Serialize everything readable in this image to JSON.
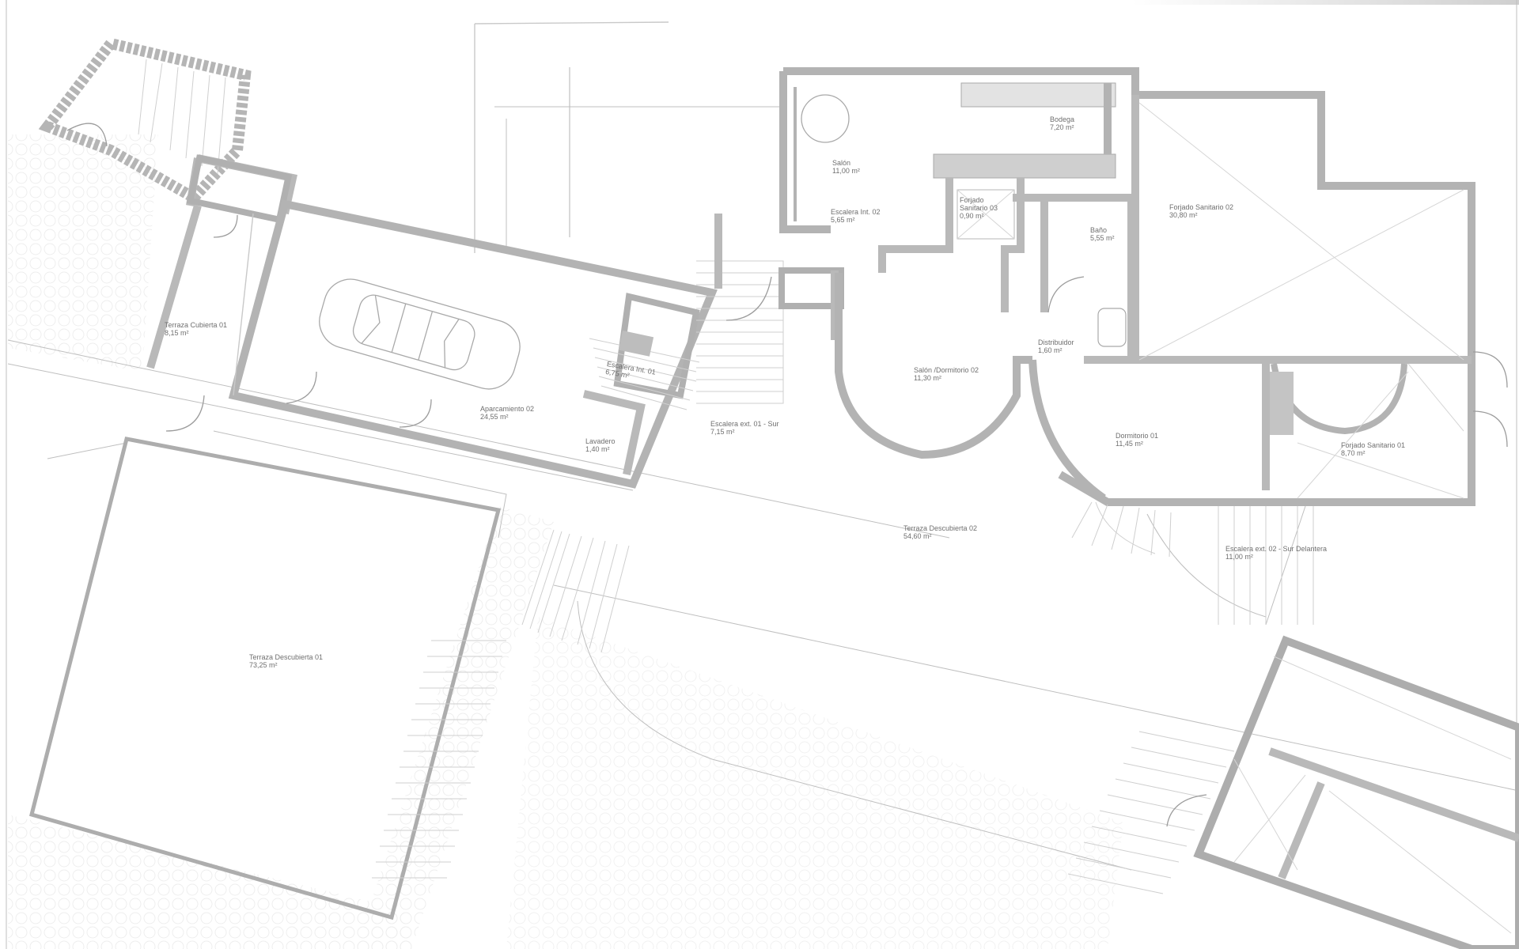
{
  "rooms": [
    {
      "id": "bodega",
      "name": "Bodega",
      "area": "7,20 m²"
    },
    {
      "id": "salon",
      "name": "Salón",
      "area": "11,00 m²"
    },
    {
      "id": "escalera-int-02",
      "name": "Escalera Int. 02",
      "area": "5,65 m²"
    },
    {
      "id": "forjado-sanitario-03",
      "name": "Forjado\nSanitario 03",
      "area": "0,90 m²"
    },
    {
      "id": "bano",
      "name": "Baño",
      "area": "5,55 m²"
    },
    {
      "id": "forjado-sanitario-02",
      "name": "Forjado Sanitario 02",
      "area": "30,80 m²"
    },
    {
      "id": "terraza-cubierta-01",
      "name": "Terraza Cubierta 01",
      "area": "8,15 m²"
    },
    {
      "id": "aparcamiento-02",
      "name": "Aparcamiento 02",
      "area": "24,55 m²"
    },
    {
      "id": "escalera-int-01",
      "name": "Escalera Int. 01",
      "area": "6,75 m²"
    },
    {
      "id": "lavadero",
      "name": "Lavadero",
      "area": "1,40 m²"
    },
    {
      "id": "escalera-ext-01",
      "name": "Escalera ext. 01 - Sur",
      "area": "7,15 m²"
    },
    {
      "id": "salon-dormitorio-02",
      "name": "Salón /Dormitorio 02",
      "area": "11,30 m²"
    },
    {
      "id": "distribuidor",
      "name": "Distribuidor",
      "area": "1,60 m²"
    },
    {
      "id": "dormitorio-01",
      "name": "Dormitorio 01",
      "area": "11,45 m²"
    },
    {
      "id": "forjado-sanitario-01",
      "name": "Forjado Sanitario 01",
      "area": "8,70 m²"
    },
    {
      "id": "terraza-descubierta-02",
      "name": "Terraza Descubierta 02",
      "area": "54,60 m²"
    },
    {
      "id": "escalera-ext-02",
      "name": "Escalera ext. 02 - Sur Delantera",
      "area": "11,00 m²"
    },
    {
      "id": "terraza-descubierta-01",
      "name": "Terraza Descubierta 01",
      "area": "73,25 m²"
    }
  ],
  "colors": {
    "wall": "#d4d4d4",
    "line": "#c9c9c9",
    "text": "#6f6f6f",
    "paper": "#ffffff"
  }
}
